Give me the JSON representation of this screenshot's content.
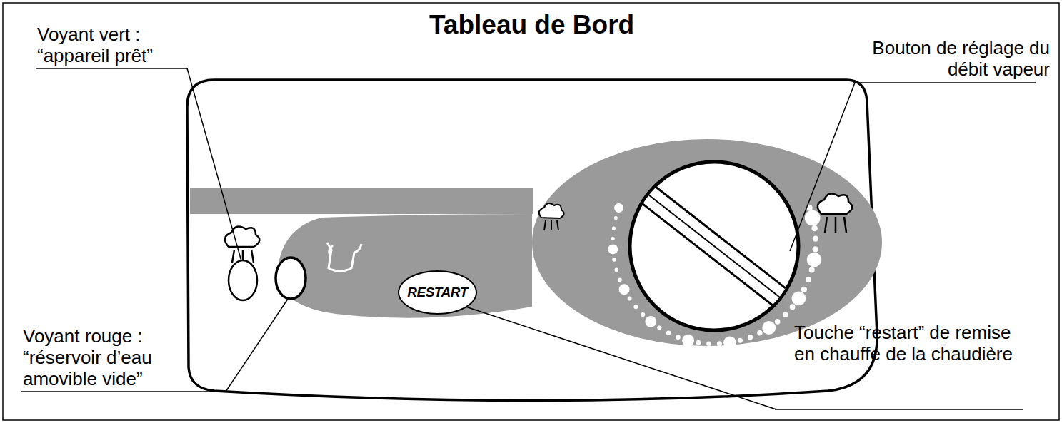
{
  "diagram": {
    "title": "Tableau de Bord",
    "nodes": [
      {
        "text": [
          "RESTART"
        ]
      }
    ],
    "labels": [
      "Voyant vert : “appareil prêt”",
      "Voyant rouge : “réservoir d’eau amovible vide”",
      "Bouton de réglage du débit vapeur",
      "Touche “restart” de remise en chauffe de la chaudière"
    ]
  }
}
